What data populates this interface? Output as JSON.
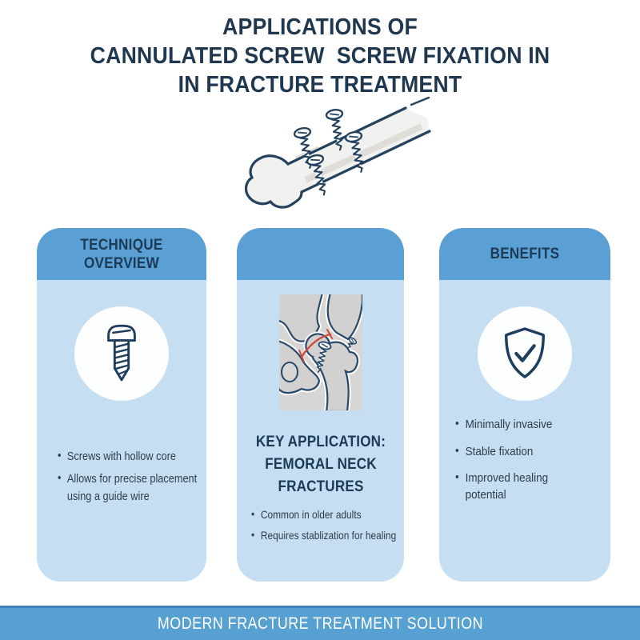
{
  "title": {
    "lines": [
      "APPLICATIONS OF",
      "CANNULATED SCREW  SCREW FIXATION IN",
      "IN FRACTURE TREATMENT"
    ]
  },
  "hero": {
    "icon": "bone-with-screws-illustration"
  },
  "cards": [
    {
      "id": "technique",
      "header": "TECHNIQUE OVERVIEW",
      "icon": "cannulated-screw-icon",
      "bullets": [
        "Screws with hollow core",
        "Allows for precise placement using a guide wire"
      ]
    },
    {
      "id": "application",
      "header": "",
      "icon": "hip-femoral-neck-fracture-illustration",
      "heading": "KEY APPLICATION: FEMORAL NECK FRACTURES",
      "bullets": [
        "Common in older adults",
        "Requires stablization for healing"
      ]
    },
    {
      "id": "benefits",
      "header": "BENEFITS",
      "icon": "shield-check-icon",
      "bullets": [
        "Minimally invasive",
        "Stable fixation",
        "Improved healing potential"
      ]
    }
  ],
  "footer": {
    "text": "MODERN FRACTURE TREATMENT SOLUTION"
  },
  "colors": {
    "navy_text": "#20384f",
    "icon_navy": "#1f3f5e",
    "header_blue": "#5ba0d4",
    "body_blue": "#c6def2",
    "footer_blue": "#57a0d2",
    "footer_border": "#4084b8",
    "fracture_red": "#cc4a38",
    "illustration_gray": "#d7d6d4",
    "card_text": "#2c3d4f"
  }
}
